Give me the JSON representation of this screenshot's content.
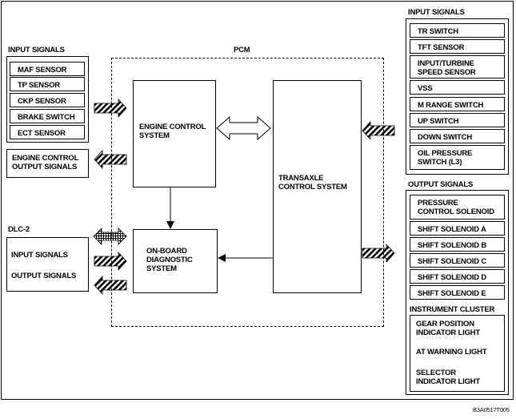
{
  "left_input": {
    "title": "INPUT SIGNALS",
    "items": [
      "MAF SENSOR",
      "TP SENSOR",
      "CKP SENSOR",
      "BRAKE SWITCH",
      "ECT SENSOR"
    ]
  },
  "engine_output": "ENGINE CONTROL\nOUTPUT SIGNALS",
  "dlc": {
    "title": "DLC-2",
    "input": "INPUT SIGNALS",
    "output": "OUTPUT SIGNALS"
  },
  "pcm": {
    "title": "PCM",
    "engine_control": "ENGINE CONTROL\nSYSTEM",
    "obd": "ON-BOARD\nDIAGNOSTIC\nSYSTEM",
    "transaxle": "TRANSAXLE\nCONTROL SYSTEM"
  },
  "right_input": {
    "title": "INPUT SIGNALS",
    "items": [
      "TR SWITCH",
      "TFT SENSOR",
      "INPUT/TURBINE\nSPEED SENSOR",
      "VSS",
      "M RANGE SWITCH",
      "UP SWITCH",
      "DOWN SWITCH",
      "OIL PRESSURE\nSWITCH (L3)"
    ]
  },
  "output_signals": {
    "title": "OUTPUT SIGNALS",
    "items": [
      "PRESSURE\nCONTROL SOLENOID",
      "SHIFT SOLENOID A",
      "SHIFT SOLENOID B",
      "SHIFT SOLENOID C",
      "SHIFT SOLENOID D",
      "SHIFT SOLENOID E"
    ]
  },
  "instrument_cluster": {
    "title": "INSTRUMENT CLUSTER",
    "items": [
      "GEAR POSITION\nINDICATOR LIGHT",
      "AT WARNING LIGHT",
      "SELECTOR\nINDICATOR LIGHT"
    ]
  },
  "figure_code": "B3A0517T005"
}
